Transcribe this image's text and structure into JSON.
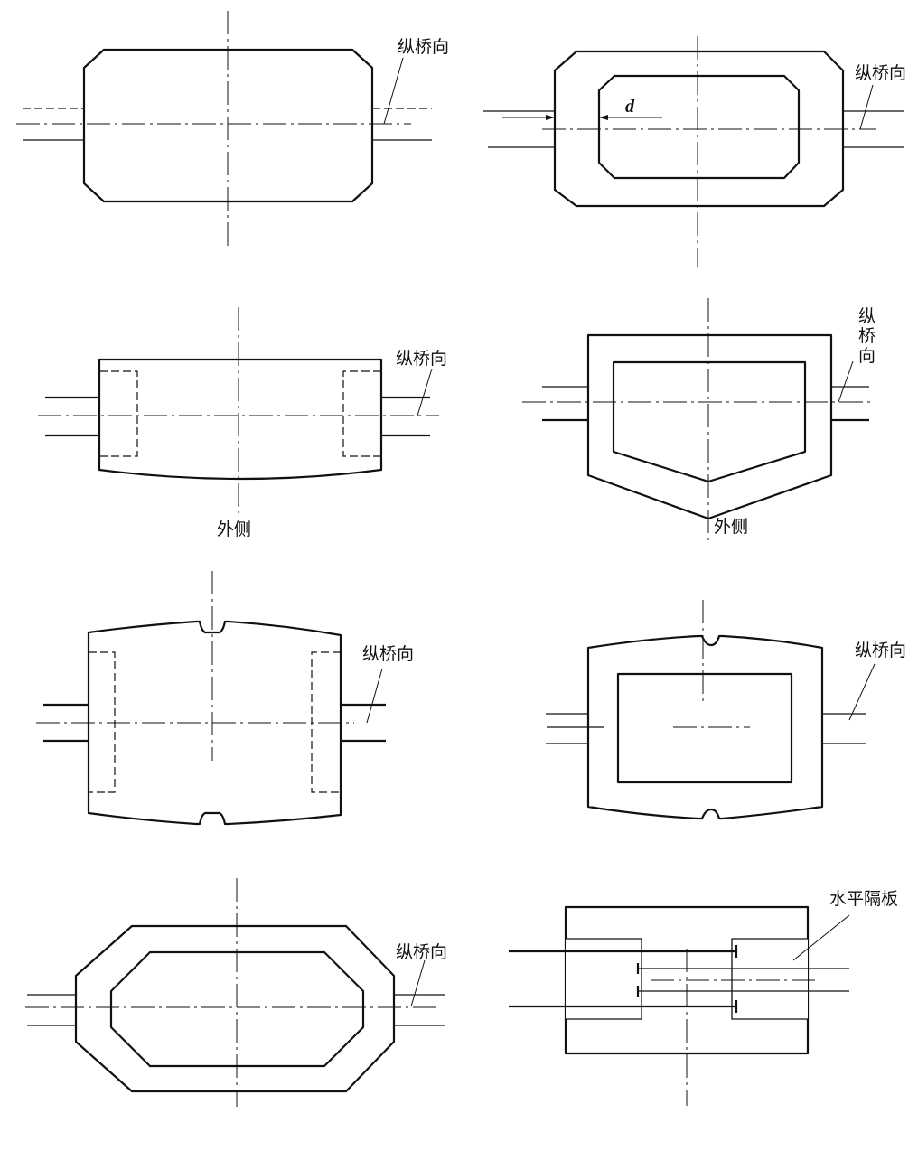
{
  "labels": {
    "longitudinal": "纵桥向",
    "outer_side": "外侧",
    "wall_thickness_symbol": "d",
    "horizontal_diaphragm": "水平隔板"
  },
  "panels": [
    {
      "id": "p1",
      "section": "solid-chamfered-rectangle",
      "callouts": [
        "纵桥向"
      ]
    },
    {
      "id": "p2",
      "section": "hollow-chamfered-rectangle",
      "callouts": [
        "d",
        "纵桥向"
      ]
    },
    {
      "id": "p3",
      "section": "solid-curved-outer-side",
      "callouts": [
        "纵桥向",
        "外侧"
      ]
    },
    {
      "id": "p4",
      "section": "hollow-pointed-outer-side",
      "callouts": [
        "纵",
        "桥",
        "向",
        "外侧"
      ]
    },
    {
      "id": "p5",
      "section": "solid-grooved",
      "callouts": [
        "纵桥向"
      ]
    },
    {
      "id": "p6",
      "section": "hollow-grooved",
      "callouts": [
        "纵桥向"
      ]
    },
    {
      "id": "p7",
      "section": "hollow-octagon",
      "callouts": [
        "纵桥向"
      ]
    },
    {
      "id": "p8",
      "section": "diaphragm-box",
      "callouts": [
        "水平隔板"
      ]
    }
  ],
  "colors": {
    "ink": "#111111",
    "paper": "#ffffff"
  }
}
